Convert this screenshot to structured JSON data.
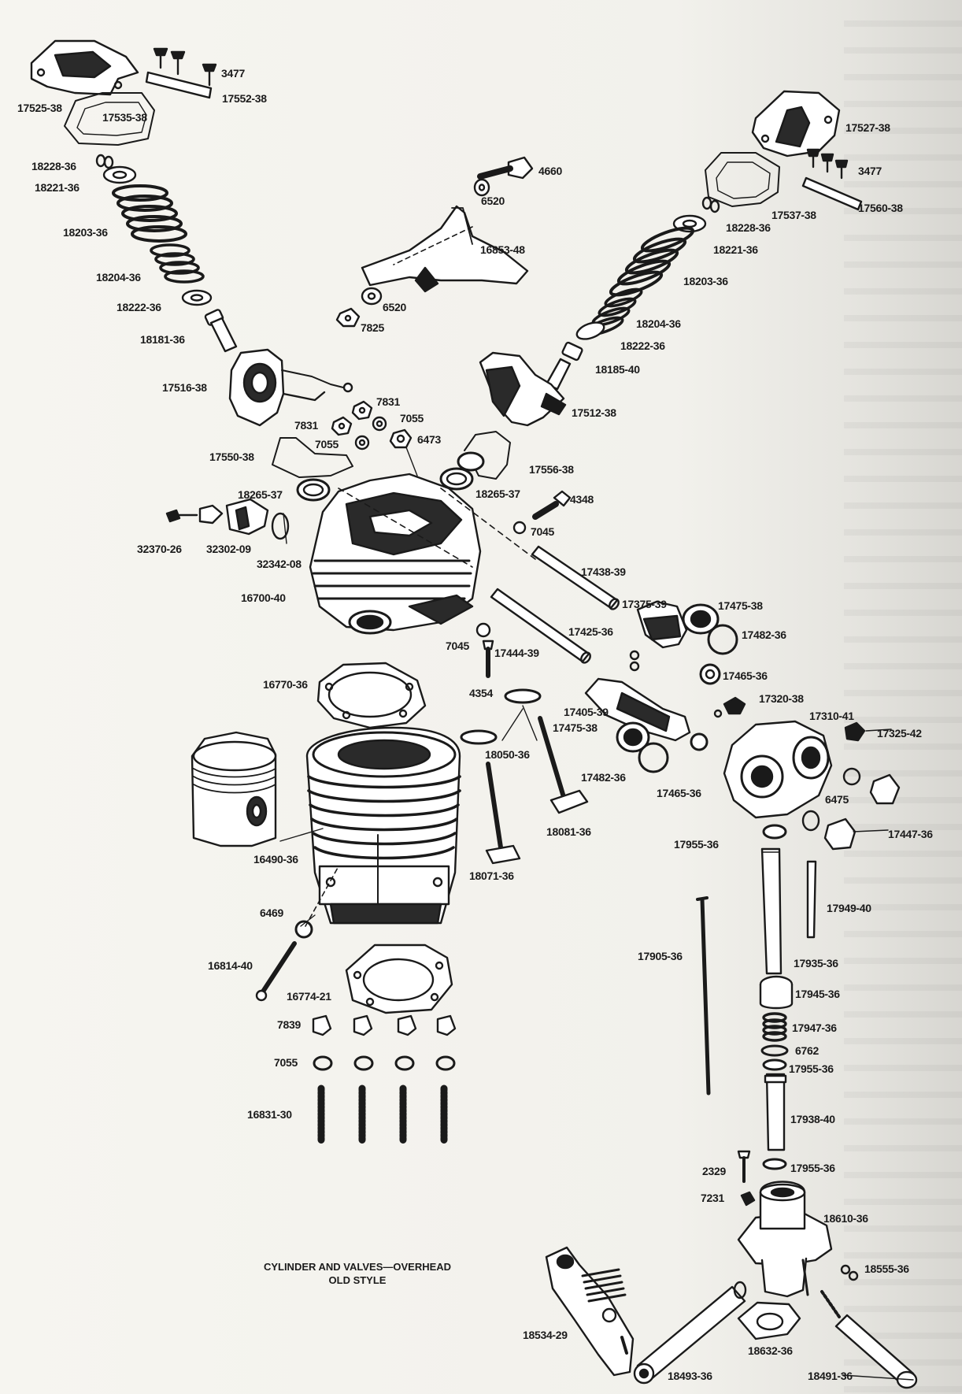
{
  "caption": {
    "line1": "CYLINDER AND VALVES—OVERHEAD",
    "line2": "OLD STYLE"
  },
  "labels": [
    "3477",
    "17552-38",
    "17525-38",
    "17535-38",
    "18228-36",
    "18221-36",
    "18203-36",
    "18204-36",
    "18222-36",
    "18181-36",
    "4660",
    "6520",
    "16853-48",
    "6520",
    "7825",
    "17527-38",
    "3477",
    "17560-38",
    "17537-38",
    "18228-36",
    "18221-36",
    "18203-36",
    "18204-36",
    "18222-36",
    "18185-40",
    "17516-38",
    "7831",
    "7831",
    "7055",
    "7055",
    "6473",
    "17550-38",
    "17512-38",
    "17556-38",
    "18265-37",
    "18265-37",
    "4348",
    "7045",
    "32370-26",
    "32302-09",
    "32342-08",
    "17438-39",
    "16700-40",
    "17375-39",
    "17475-38",
    "17425-36",
    "17482-36",
    "7045",
    "17444-39",
    "17465-36",
    "16770-36",
    "4354",
    "17320-38",
    "17405-39",
    "17475-38",
    "17310-41",
    "17325-42",
    "18050-36",
    "17482-36",
    "17465-36",
    "6475",
    "18081-36",
    "17447-36",
    "17955-36",
    "16490-36",
    "18071-36",
    "17949-40",
    "6469",
    "17905-36",
    "16814-40",
    "17935-36",
    "16774-21",
    "17945-36",
    "7839",
    "17947-36",
    "6762",
    "7055",
    "17955-36",
    "16831-30",
    "17938-40",
    "2329",
    "17955-36",
    "7231",
    "18610-36",
    "18555-36",
    "18534-29",
    "18632-36",
    "18493-36",
    "18491-36"
  ]
}
